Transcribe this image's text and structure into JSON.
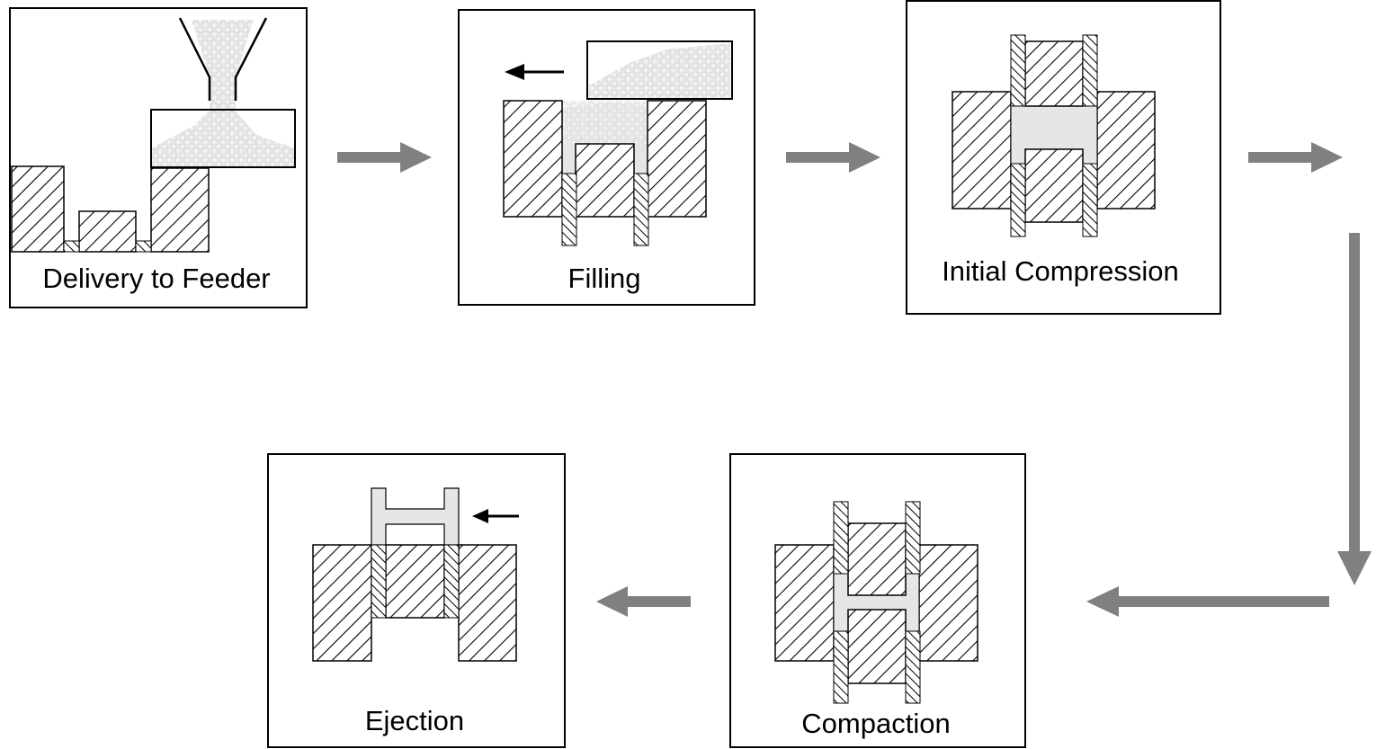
{
  "steps": [
    {
      "id": "delivery",
      "label": "Delivery to Feeder"
    },
    {
      "id": "filling",
      "label": "Filling"
    },
    {
      "id": "initial",
      "label": "Initial Compression"
    },
    {
      "id": "compaction",
      "label": "Compaction"
    },
    {
      "id": "ejection",
      "label": "Ejection"
    }
  ],
  "colors": {
    "frame": "#000000",
    "arrow": "#808080",
    "powder": "#e6e6e6",
    "hatch": "#000000",
    "part": "#e6e6e6"
  }
}
